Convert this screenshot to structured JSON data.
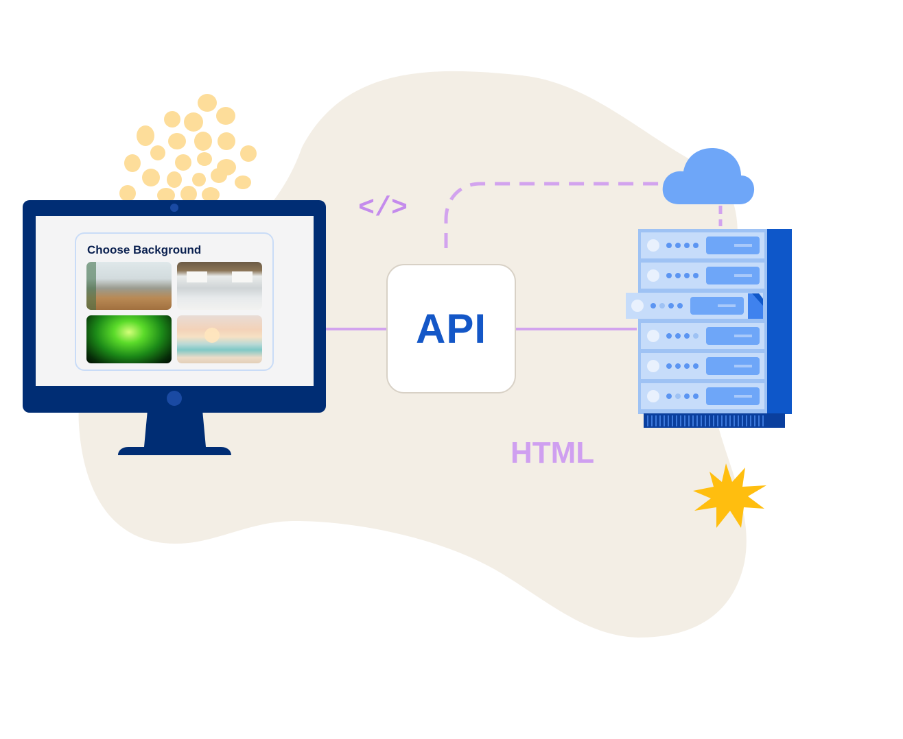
{
  "diagram": {
    "api_label": "API",
    "format_label": "HTML",
    "code_symbol": "</>",
    "ui": {
      "panel_title": "Choose Background",
      "backgrounds": [
        {
          "name": "office"
        },
        {
          "name": "conference-room"
        },
        {
          "name": "concert"
        },
        {
          "name": "beach"
        }
      ]
    },
    "colors": {
      "blob": "#f3eee5",
      "monitor": "#002d74",
      "api_text": "#1457c7",
      "connector": "#d2a3ee",
      "cloud": "#6ea6f8",
      "server_light": "#bcd6f9",
      "server_dark": "#0e57c9",
      "dots": "#fddd9a",
      "starburst": "#ffbe0f"
    }
  }
}
